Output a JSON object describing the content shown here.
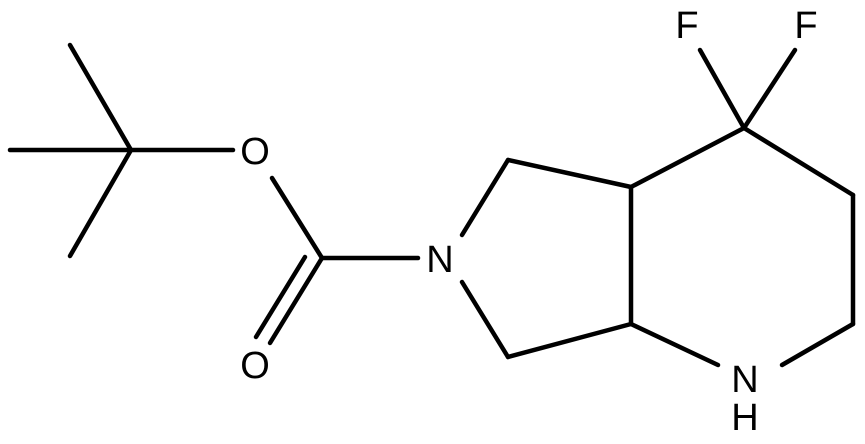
{
  "molecule": {
    "atoms": {
      "fluorine_left": "F",
      "fluorine_right": "F",
      "ester_oxygen": "O",
      "carbonyl_oxygen": "O",
      "ring_nitrogen": "N",
      "amine_nitrogen": "N",
      "amine_hydrogen": "H"
    }
  }
}
